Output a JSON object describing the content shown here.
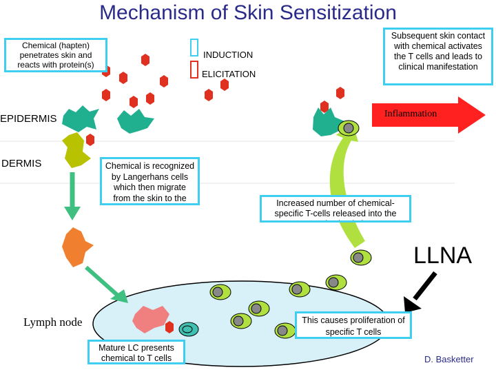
{
  "title": "Mechanism of Skin Sensitization",
  "boxes": {
    "hapten": "Chemical (hapten) penetrates skin and reacts with protein(s)",
    "subsequent": "Subsequent skin contact with chemical activates the T cells and leads to clinical manifestation",
    "langerhans": "Chemical is recognized by Langerhans cells which then migrate from the skin to the draining lymph node",
    "increased": "Increased number of chemical-specific T-cells released into the systemic circulation",
    "proliferation": "This causes proliferation of specific T cells",
    "mature": "Mature LC presents chemical to T cells"
  },
  "legend": {
    "induction": "INDUCTION",
    "elicitation": "ELICITATION",
    "induction_color": "#3ecff0",
    "elicitation_color": "#e03020"
  },
  "labels": {
    "epidermis": "EPIDERMIS",
    "dermis": "DERMIS",
    "inflammation": "Inflammation",
    "llna": "LLNA",
    "lymph_node": "Lymph node",
    "author": "D. Basketter"
  },
  "colors": {
    "title": "#2a2a8a",
    "box_border": "#3ecff0",
    "chemical": "#e03020",
    "arrow_red": "#ff2020",
    "langerhans_skin": "#20b090",
    "lymph_node_fill": "#d8f0f8"
  }
}
